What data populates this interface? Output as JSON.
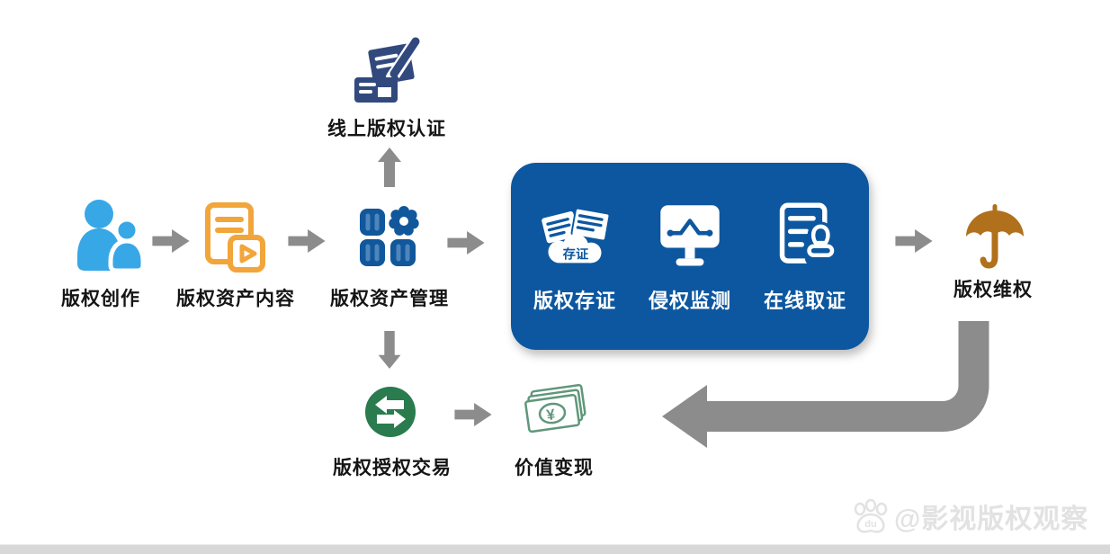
{
  "diagram": {
    "top_node": {
      "label": "线上版权认证"
    },
    "nodes": {
      "creation": {
        "label": "版权创作"
      },
      "asset_content": {
        "label": "版权资产内容"
      },
      "asset_management": {
        "label": "版权资产管理"
      },
      "rights_protection": {
        "label": "版权维权"
      },
      "licensing_trade": {
        "label": "版权授权交易"
      },
      "value_realization": {
        "label": "价值变现",
        "currency_symbol": "¥"
      }
    },
    "platform_box": {
      "items": [
        {
          "label": "版权存证",
          "badge": "存证"
        },
        {
          "label": "侵权监测"
        },
        {
          "label": "在线取证"
        }
      ]
    },
    "colors": {
      "people_blue": "#37a7e6",
      "content_orange": "#f2a53a",
      "platform_blue": "#0d57a0",
      "cert_navy": "#32497e",
      "trade_green": "#2a7b4d",
      "money_green": "#5f977a",
      "umbrella_brown": "#b0701c",
      "arrow_gray": "#8c8c8c"
    }
  },
  "watermark": {
    "handle": "@影视版权观察",
    "paw_label": "du"
  }
}
